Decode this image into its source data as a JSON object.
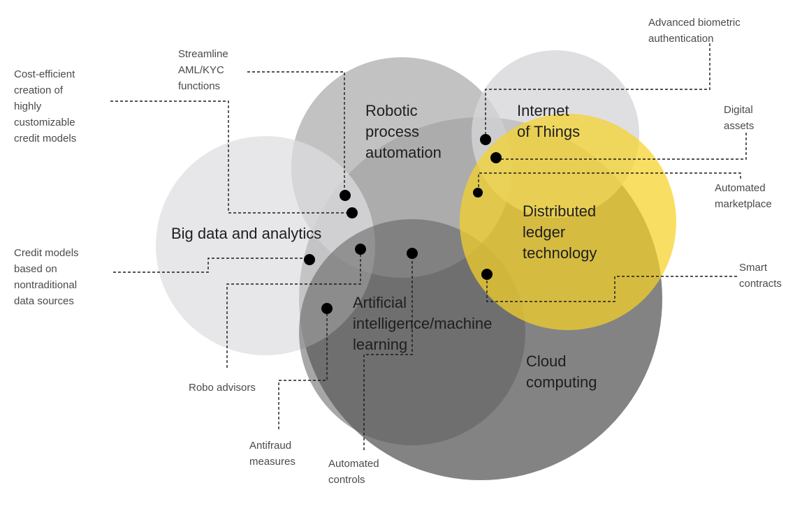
{
  "colors": {
    "cloud": "#767676",
    "ai": "#626262",
    "rpa": "#b4b4b6",
    "iot": "#d6d6d8",
    "bigdata": "#dedee0",
    "dlt": "#f5d228",
    "text": "#1e1e1e",
    "callout_text": "#4a4a4a"
  },
  "circles": {
    "rpa": {
      "lines": [
        "Robotic",
        "process",
        "automation"
      ]
    },
    "iot": {
      "lines": [
        "Internet",
        "of Things"
      ]
    },
    "big_data": {
      "lines": [
        "Big data and analytics"
      ]
    },
    "dlt": {
      "lines": [
        "Distributed",
        "ledger",
        "technology"
      ]
    },
    "ai": {
      "lines": [
        "Artificial",
        "intelligence/machine",
        "learning"
      ]
    },
    "cloud": {
      "lines": [
        "Cloud",
        "computing"
      ]
    }
  },
  "callouts": {
    "cost_efficient": {
      "lines": [
        "Cost-efficient",
        "creation of",
        "highly",
        "customizable",
        "credit models"
      ]
    },
    "streamline": {
      "lines": [
        "Streamline",
        "AML/KYC",
        "functions"
      ]
    },
    "biometric": {
      "lines": [
        "Advanced biometric",
        "authentication"
      ]
    },
    "digital_assets": {
      "lines": [
        "Digital",
        "assets"
      ]
    },
    "marketplace": {
      "lines": [
        "Automated",
        "marketplace"
      ]
    },
    "credit_models": {
      "lines": [
        "Credit models",
        "based on",
        "nontraditional",
        "data sources"
      ]
    },
    "smart_contracts": {
      "lines": [
        "Smart",
        "contracts"
      ]
    },
    "robo_advisors": {
      "lines": [
        "Robo advisors"
      ]
    },
    "antifraud": {
      "lines": [
        "Antifraud",
        "measures"
      ]
    },
    "automated_controls": {
      "lines": [
        "Automated",
        "controls"
      ]
    }
  }
}
